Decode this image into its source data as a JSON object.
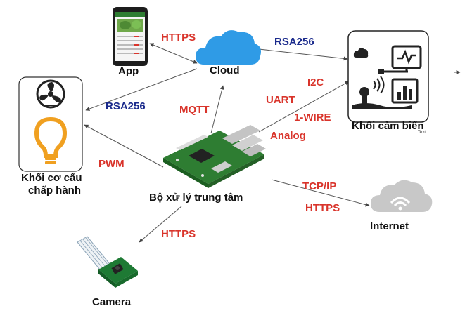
{
  "nodes": {
    "app": "App",
    "cloud": "Cloud",
    "sensor": "Khối cảm biến",
    "sensor_small": "Text",
    "actuator_line1": "Khối cơ cấu",
    "actuator_line2": "chấp hành",
    "cpu": "Bộ xử lý trung tâm",
    "internet": "Internet",
    "camera": "Camera"
  },
  "protocols": {
    "app_cloud": "HTTPS",
    "cloud_sensor": "RSA256",
    "cloud_actuator": "RSA256",
    "cpu_cloud": "MQTT",
    "i2c": "I2C",
    "uart": "UART",
    "onewire": "1-WIRE",
    "analog": "Analog",
    "pwm": "PWM",
    "tcpip": "TCP/IP",
    "internet_https": "HTTPS",
    "camera_https": "HTTPS"
  },
  "colors": {
    "protocol_red": "#d9342b",
    "protocol_blue": "#1a2a8c",
    "cloud_blue": "#2f9be6",
    "bulb_orange": "#f0a020",
    "board_green": "#2e7d32",
    "internet_gray": "#c8c8c8"
  },
  "icons": {
    "app": "smartphone-icon",
    "cloud": "cloud-icon",
    "sensor": "sensor-panel-icon",
    "actuator": "fan-bulb-icon",
    "cpu": "raspberry-pi-board-icon",
    "internet": "wifi-cloud-icon",
    "camera": "camera-module-icon"
  }
}
